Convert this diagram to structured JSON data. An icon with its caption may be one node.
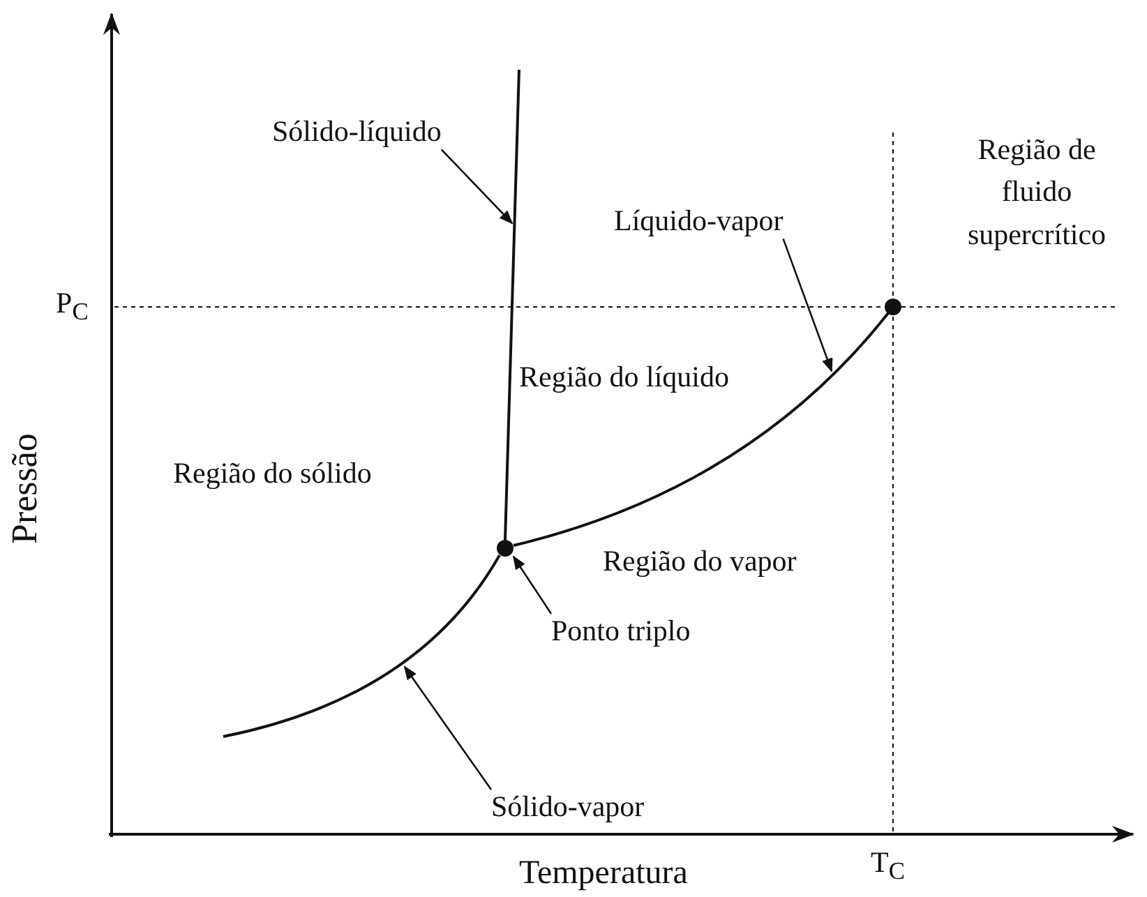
{
  "diagram": {
    "nodes": [
      {
        "text": [
          "Sólido-líquido"
        ]
      },
      {
        "text": [
          "Líquido-vapor"
        ]
      },
      {
        "text": [
          "Ponto triplo"
        ]
      },
      {
        "text": [
          "Sólido-vapor"
        ]
      },
      {
        "text": [],
        "shape": "circle"
      },
      {
        "text": [],
        "shape": "curve"
      },
      {
        "text": [],
        "shape": "curve"
      },
      {
        "text": [],
        "shape": "curve"
      }
    ],
    "edges": [
      {
        "from": 0,
        "to": 5,
        "arrow": "to"
      },
      {
        "from": 1,
        "to": 6,
        "arrow": "to"
      },
      {
        "from": 2,
        "to": 4,
        "arrow": "to"
      },
      {
        "from": 3,
        "to": 7,
        "arrow": "to"
      }
    ],
    "labels": [
      "Região de fluido supercrítico",
      "P$_{C}$",
      "Pressão",
      "Região do líquido",
      "Região do sólido",
      "Região do vapor",
      "T$_{C}$",
      "Temperatura"
    ]
  }
}
